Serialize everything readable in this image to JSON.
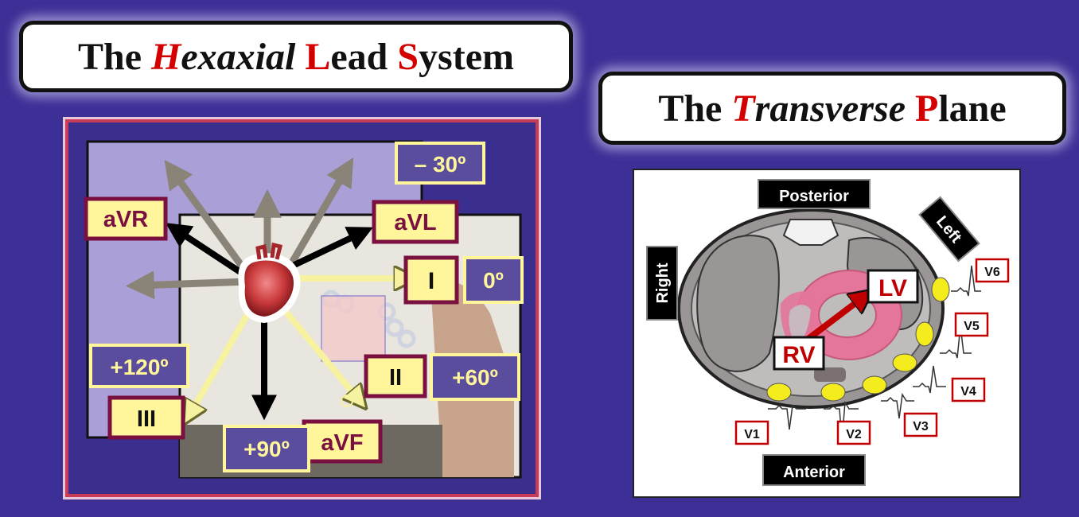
{
  "titles": {
    "hexaxial": {
      "the": "The",
      "h": "H",
      "exaxial": "exaxial",
      "l": "L",
      "ead": "ead",
      "s": "S",
      "ystem": "ystem"
    },
    "transverse": {
      "the": "The",
      "t": "T",
      "ransverse": "ransverse",
      "p": "P",
      "lane": "lane"
    }
  },
  "hexaxial_labels": {
    "aVR": "aVR",
    "aVL": "aVL",
    "I": "I",
    "II": "II",
    "III": "III",
    "aVF": "aVF",
    "deg_minus30": "– 30º",
    "deg_0": "0º",
    "deg_plus60": "+60º",
    "deg_plus90": "+90º",
    "deg_plus120": "+120º"
  },
  "transverse_labels": {
    "posterior": "Posterior",
    "anterior": "Anterior",
    "right": "Right",
    "left": "Left",
    "lv": "LV",
    "rv": "RV",
    "leads": [
      "V1",
      "V2",
      "V3",
      "V4",
      "V5",
      "V6"
    ]
  },
  "colors": {
    "background": "#3c2f96",
    "accent_red": "#d40000",
    "label_yellow": "#fff59a",
    "label_purple": "#5a4d9e",
    "frame_crimson": "#7a1040",
    "electrode_yellow": "#f4ec1c",
    "ventricle_pink": "#e3769a"
  }
}
